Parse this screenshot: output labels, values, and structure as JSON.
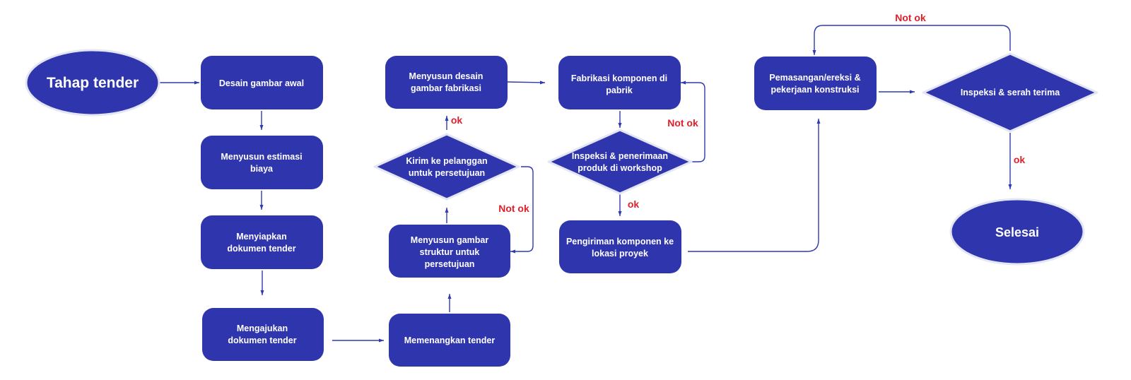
{
  "colors": {
    "node_fill": "#2e35ad",
    "node_text": "#ffffff",
    "edge": "#2f3ab0",
    "label": "#e0202a",
    "background": "#ffffff"
  },
  "nodes": {
    "tahap_tender": [
      "Tahap tender"
    ],
    "desain_gambar_awal": [
      "Desain gambar awal"
    ],
    "menyusun_estimasi": [
      "Menyusun estimasi",
      "biaya"
    ],
    "menyiapkan_dokumen": [
      "Menyiapkan",
      "dokumen tender"
    ],
    "mengajukan_dokumen": [
      "Mengajukan",
      "dokumen tender"
    ],
    "memenangkan_tender": [
      "Memenangkan tender"
    ],
    "menyusun_gambar_struktur": [
      "Menyusun gambar",
      "struktur untuk",
      "persetujuan"
    ],
    "kirim_ke_pelanggan": [
      "Kirim ke pelanggan",
      "untuk persetujuan"
    ],
    "menyusun_desain_fabrikasi": [
      "Menyusun desain",
      "gambar fabrikasi"
    ],
    "fabrikasi_komponen": [
      "Fabrikasi komponen di",
      "pabrik"
    ],
    "inspeksi_penerimaan": [
      "Inspeksi & penerimaan",
      "produk di workshop"
    ],
    "pengiriman_komponen": [
      "Pengiriman komponen ke",
      "lokasi proyek"
    ],
    "pemasangan_ereksi": [
      "Pemasangan/ereksi &",
      "pekerjaan konstruksi"
    ],
    "inspeksi_serah_terima": [
      "Inspeksi & serah terima"
    ],
    "selesai": [
      "Selesai"
    ]
  },
  "edge_labels": {
    "ok_customer": "ok",
    "notok_customer": "Not ok",
    "notok_workshop": "Not ok",
    "ok_workshop": "ok",
    "notok_final": "Not ok",
    "ok_final": "ok"
  }
}
